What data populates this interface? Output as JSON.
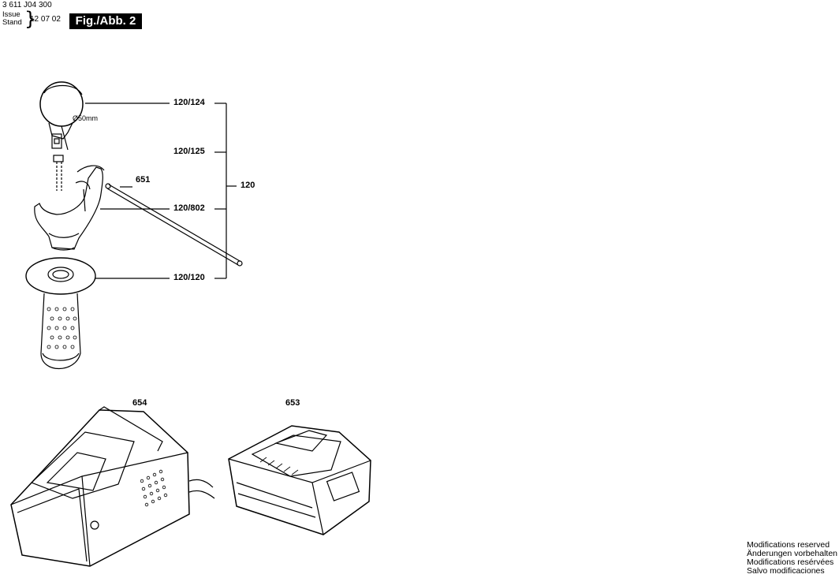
{
  "header": {
    "part_number": "3 611 J04 300",
    "issue_label": "Issue",
    "stand_label": "Stand",
    "date": "12 07 02",
    "figure": "Fig./Abb. 2"
  },
  "callouts": {
    "c120_124": "120/124",
    "c120_125": "120/125",
    "c120": "120",
    "c651": "651",
    "c120_802": "120/802",
    "c120_120": "120/120",
    "c654": "654",
    "c653": "653",
    "diameter": "Ø50mm"
  },
  "notes": [
    "Modifications reserved",
    "Änderungen vorbehalten",
    "Modifications resérvées",
    "Salvo modificaciones"
  ]
}
